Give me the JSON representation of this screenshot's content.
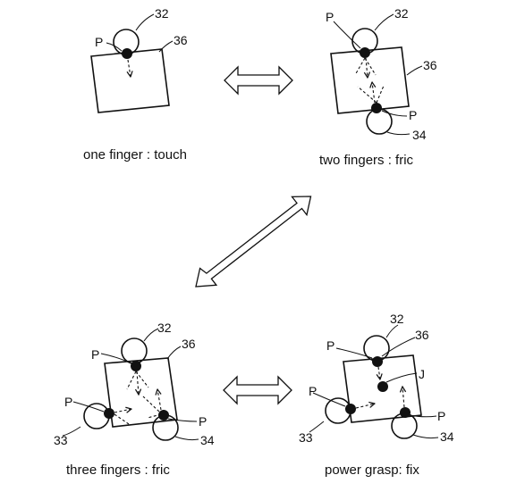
{
  "panels": {
    "one_finger": {
      "caption": "one finger  : touch",
      "labels": {
        "finger": "32",
        "object": "36",
        "contact": "P"
      }
    },
    "two_fingers": {
      "caption": "two fingers : fric",
      "labels": {
        "finger_top": "32",
        "finger_bottom": "34",
        "object": "36",
        "contact_top": "P",
        "contact_bottom": "P"
      }
    },
    "three_fingers": {
      "caption": "three fingers : fric",
      "labels": {
        "finger_top": "32",
        "finger_left": "33",
        "finger_right": "34",
        "object": "36",
        "contact_top": "P",
        "contact_left": "P",
        "contact_right": "P"
      }
    },
    "power_grasp": {
      "caption": "power grasp: fix",
      "labels": {
        "finger_top": "32",
        "finger_left": "33",
        "finger_right": "34",
        "object": "36",
        "contact_top": "P",
        "contact_left": "P",
        "contact_right": "P",
        "joint": "J"
      }
    }
  }
}
